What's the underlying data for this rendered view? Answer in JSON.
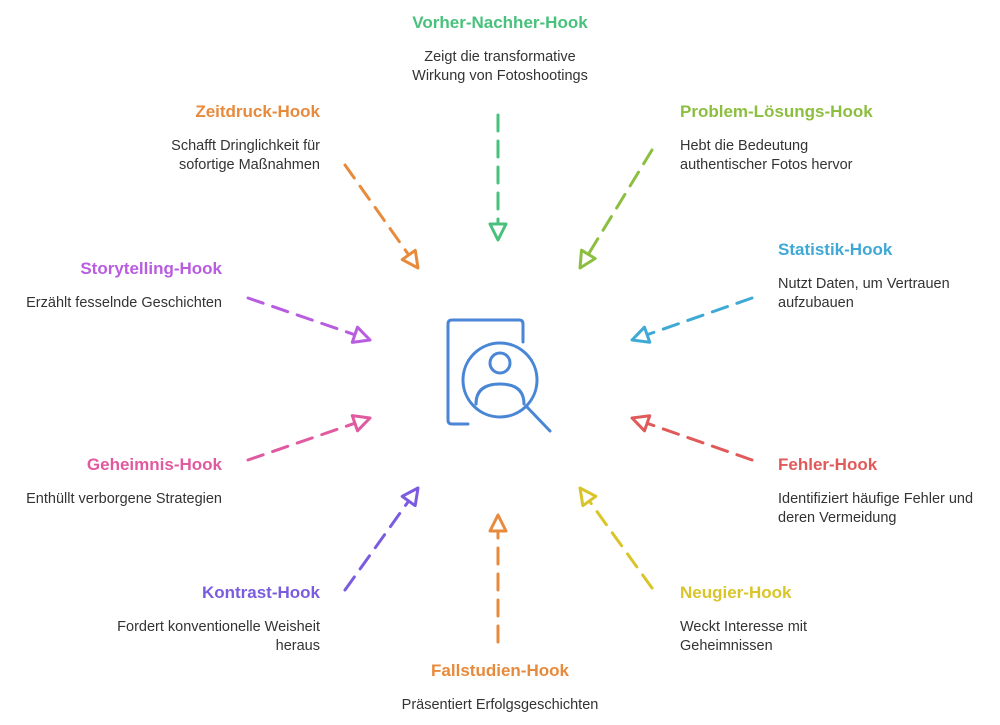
{
  "center_icon": "person-search-icon",
  "hooks": [
    {
      "id": "vorher-nachher",
      "title": "Vorher-Nachher-Hook",
      "desc": [
        "Zeigt die transformative",
        "Wirkung von Fotoshootings"
      ],
      "color": "#48c17c"
    },
    {
      "id": "problem-loesung",
      "title": "Problem-Lösungs-Hook",
      "desc": [
        "Hebt die Bedeutung",
        "authentischer Fotos hervor"
      ],
      "color": "#8cbf3f"
    },
    {
      "id": "statistik",
      "title": "Statistik-Hook",
      "desc": [
        "Nutzt Daten, um Vertrauen",
        "aufzubauen"
      ],
      "color": "#3fa9d6"
    },
    {
      "id": "fehler",
      "title": "Fehler-Hook",
      "desc": [
        "Identifiziert häufige Fehler und",
        "deren Vermeidung"
      ],
      "color": "#e05a5a"
    },
    {
      "id": "neugier",
      "title": "Neugier-Hook",
      "desc": [
        "Weckt Interesse mit",
        "Geheimnissen"
      ],
      "color": "#d9c52a"
    },
    {
      "id": "fallstudien",
      "title": "Fallstudien-Hook",
      "desc": [
        "Präsentiert Erfolgsgeschichten"
      ],
      "color": "#e88a3c"
    },
    {
      "id": "kontrast",
      "title": "Kontrast-Hook",
      "desc": [
        "Fordert konventionelle Weisheit",
        "heraus"
      ],
      "color": "#7b5ce0"
    },
    {
      "id": "geheimnis",
      "title": "Geheimnis-Hook",
      "desc": [
        "Enthüllt verborgene Strategien"
      ],
      "color": "#e05aa0"
    },
    {
      "id": "storytelling",
      "title": "Storytelling-Hook",
      "desc": [
        "Erzählt fesselnde Geschichten"
      ],
      "color": "#b85ce0"
    },
    {
      "id": "zeitdruck",
      "title": "Zeitdruck-Hook",
      "desc": [
        "Schafft Dringlichkeit für",
        "sofortige Maßnahmen"
      ],
      "color": "#e88a3c"
    }
  ]
}
